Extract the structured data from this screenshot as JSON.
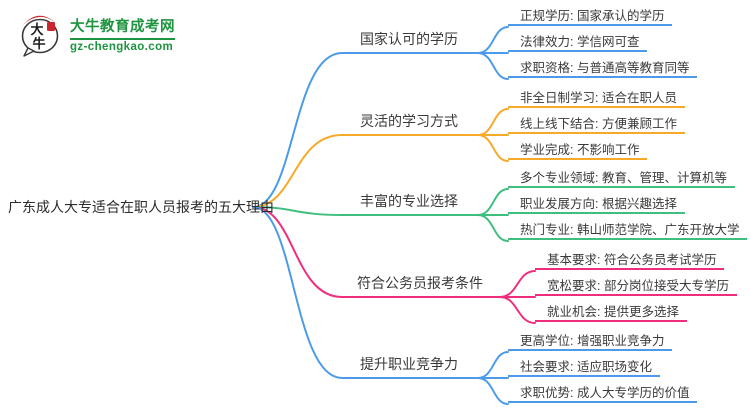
{
  "logo": {
    "icon_text_top": "大",
    "icon_text_bottom": "牛",
    "title": "大牛教育成考网",
    "subtitle": "gz-chengkao.com",
    "brand_green": "#1d9440",
    "seal_red": "#c8272d"
  },
  "mindmap": {
    "root": "广东成人大专适合在职人员报考的五大理由",
    "branches": [
      {
        "label": "国家认可的学历",
        "color": "#4c9be8",
        "children": [
          "正规学历: 国家承认的学历",
          "法律效力: 学信网可查",
          "求职资格: 与普通高等教育同等"
        ]
      },
      {
        "label": "灵活的学习方式",
        "color": "#f7a928",
        "children": [
          "非全日制学习: 适合在职人员",
          "线上线下结合: 方便兼顾工作",
          "学业完成: 不影响工作"
        ]
      },
      {
        "label": "丰富的专业选择",
        "color": "#3fbe7d",
        "children": [
          "多个专业领域: 教育、管理、计算机等",
          "职业发展方向: 根据兴趣选择",
          "热门专业: 韩山师范学院、广东开放大学"
        ]
      },
      {
        "label": "符合公务员报考条件",
        "color": "#f02d7d",
        "children": [
          "基本要求: 符合公务员考试学历",
          "宽松要求: 部分岗位接受大专学历",
          "就业机会: 提供更多选择"
        ]
      },
      {
        "label": "提升职业竞争力",
        "color": "#4c9be8",
        "children": [
          "更高学位: 增强职业竞争力",
          "社会要求: 适应职场变化",
          "求职优势: 成人大专学历的价值"
        ]
      }
    ]
  }
}
